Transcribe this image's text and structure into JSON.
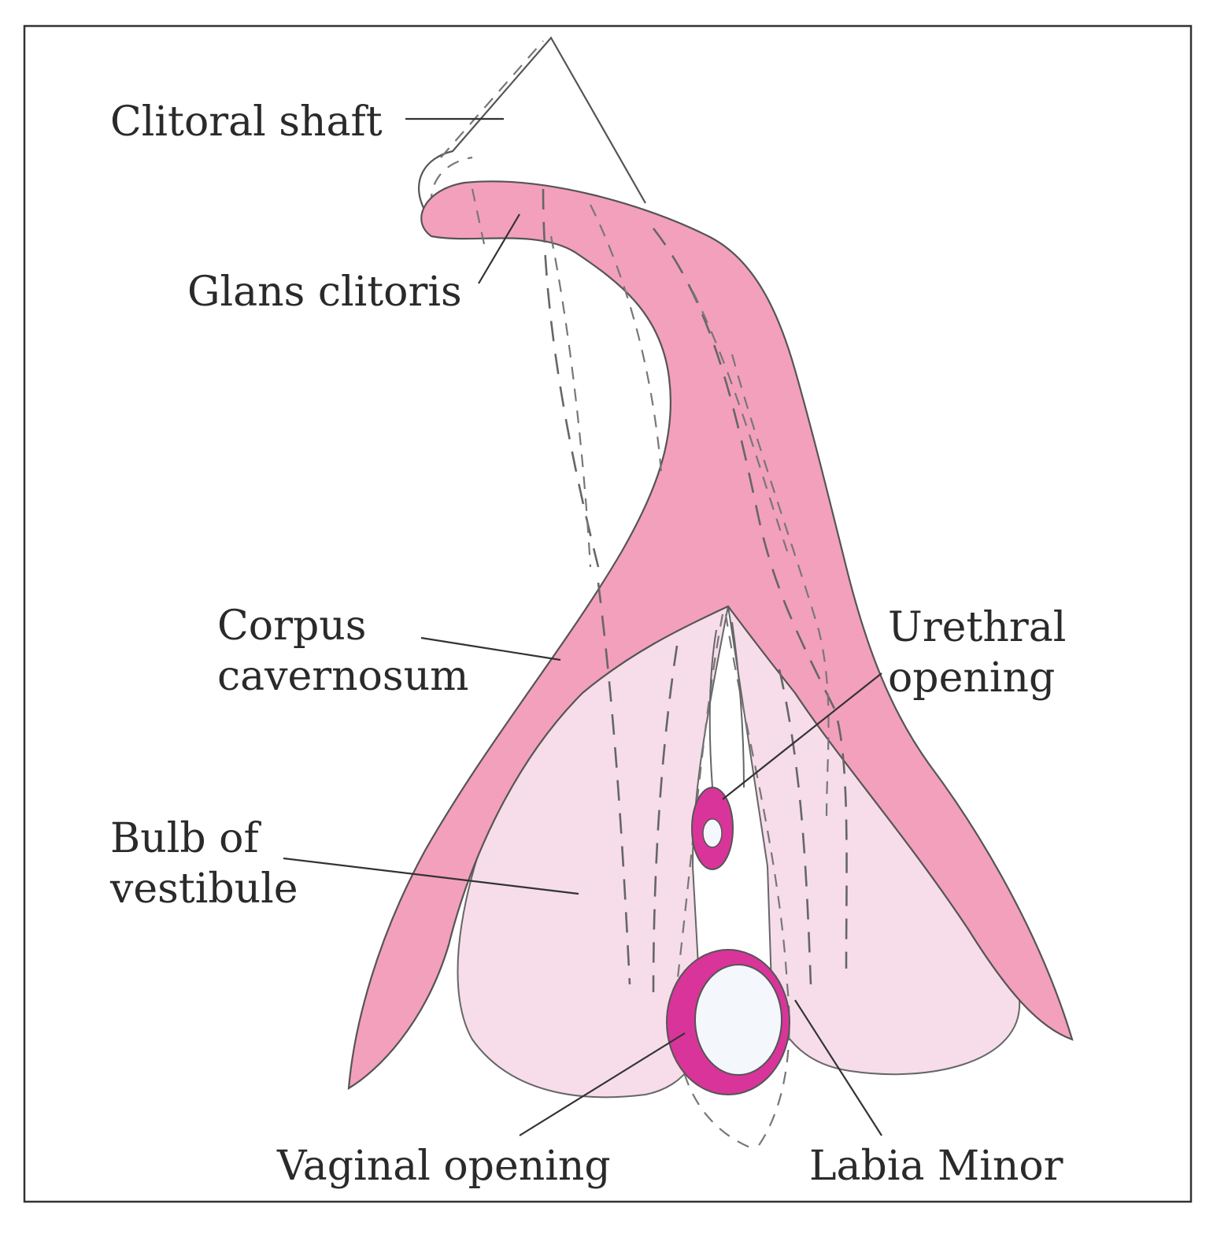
{
  "labels": {
    "clitoral_shaft": "Clitoral shaft",
    "glans_clitoris": "Glans clitoris",
    "corpus_line1": "Corpus",
    "corpus_line2": "cavernosum",
    "urethral_line1": "Urethral",
    "urethral_line2": "opening",
    "bulb_line1": "Bulb of",
    "bulb_line2": "vestibule",
    "vaginal_opening": "Vaginal opening",
    "labia_minor": "Labia Minor"
  },
  "colors": {
    "corpus": "#f3a0bc",
    "bulb": "#f6dde9",
    "opening_ring": "#d9349a",
    "opening_center": "#f4f7fb",
    "outline": "#555555",
    "frame": "#333333"
  }
}
